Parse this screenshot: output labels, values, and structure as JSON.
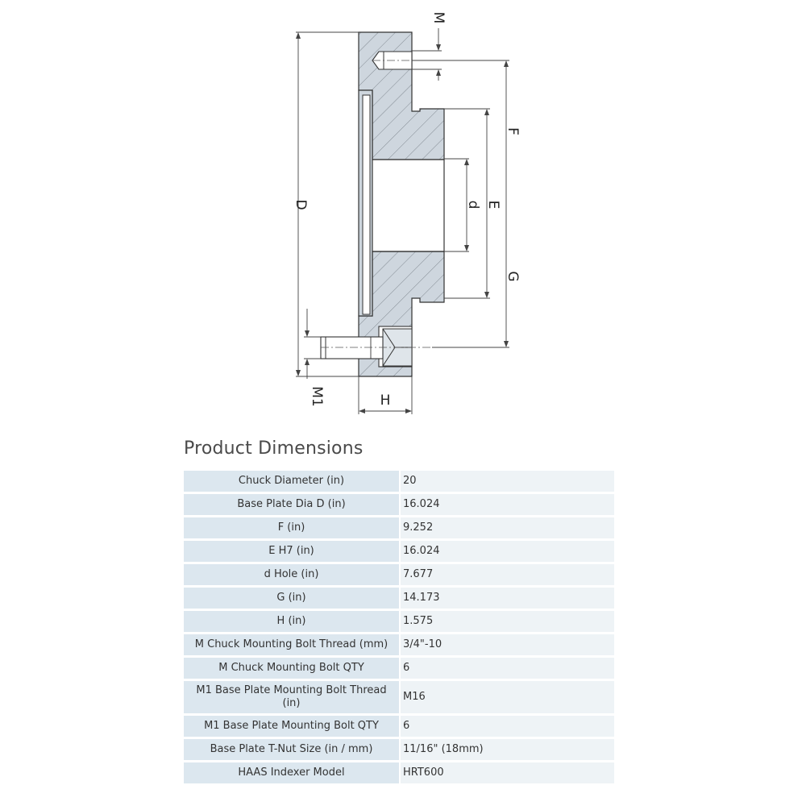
{
  "drawing": {
    "labels": {
      "M": "M",
      "F": "F",
      "D": "D",
      "d": "d",
      "E": "E",
      "G": "G",
      "M1": "M1",
      "H": "H"
    },
    "colors": {
      "body": "#ced6de",
      "outline": "#333333",
      "hatch": "#7a838b",
      "bore": "#ffffff"
    }
  },
  "section_title": "Product Dimensions",
  "table": {
    "rows": [
      {
        "label": "Chuck Diameter (in)",
        "value": "20"
      },
      {
        "label": "Base Plate Dia D (in)",
        "value": "16.024"
      },
      {
        "label": "F (in)",
        "value": "9.252"
      },
      {
        "label": "E H7 (in)",
        "value": "16.024"
      },
      {
        "label": "d Hole (in)",
        "value": "7.677"
      },
      {
        "label": "G (in)",
        "value": "14.173"
      },
      {
        "label": "H (in)",
        "value": "1.575"
      },
      {
        "label": "M Chuck Mounting Bolt Thread (mm)",
        "value": "3/4\"-10"
      },
      {
        "label": "M Chuck Mounting  Bolt QTY",
        "value": "6"
      },
      {
        "label": "M1 Base Plate Mounting Bolt Thread (in)",
        "value": "M16"
      },
      {
        "label": "M1 Base Plate Mounting Bolt QTY",
        "value": "6"
      },
      {
        "label": "Base Plate T-Nut Size (in / mm)",
        "value": "11/16\" (18mm)"
      },
      {
        "label": "HAAS Indexer Model",
        "value": "HRT600"
      }
    ]
  }
}
